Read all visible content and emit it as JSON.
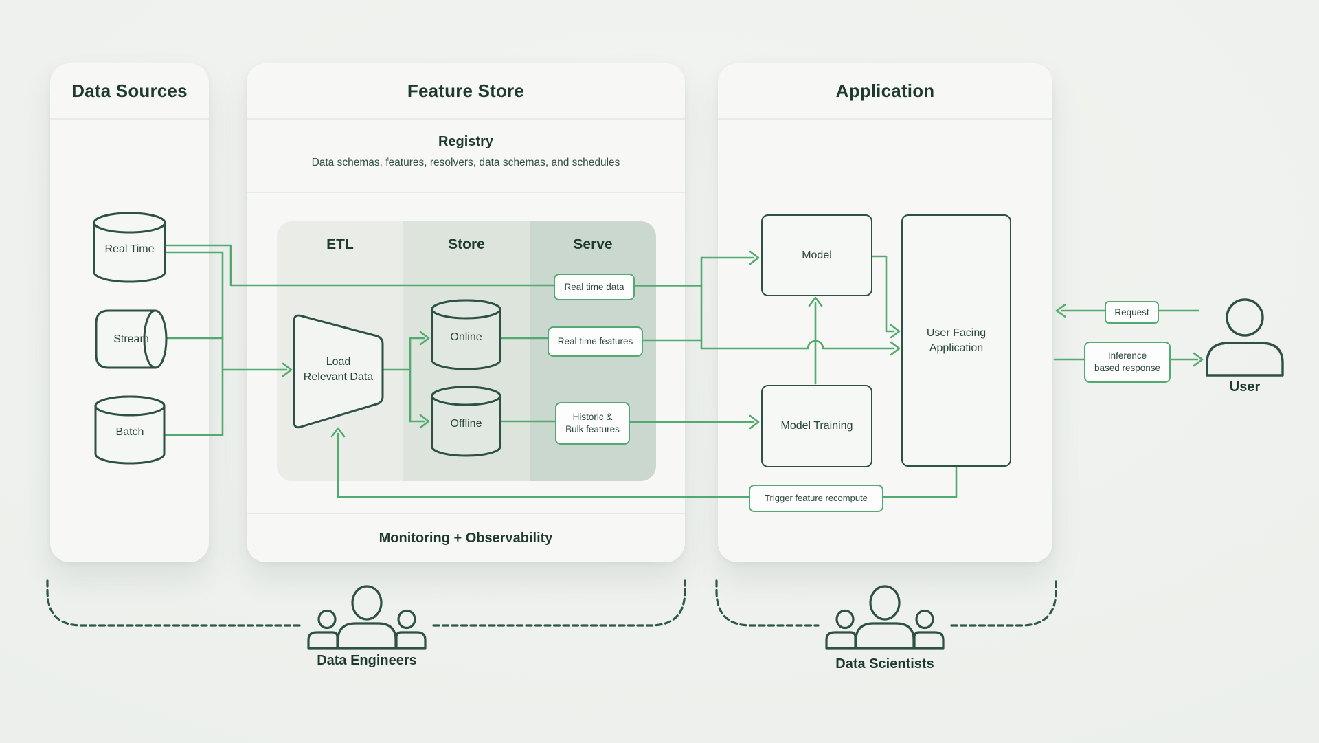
{
  "colors": {
    "page_bg": "#eff1ee",
    "panel_bg": "#f7f8f5",
    "accent_green": "#52aa70",
    "dark_stroke": "#2d5144",
    "etl_column_bg": "#e9ece7",
    "store_column_bg": "#dce4dc",
    "serve_column_bg": "#cbd8cf"
  },
  "data_sources": {
    "title": "Data Sources",
    "sources": [
      {
        "label": "Real Time"
      },
      {
        "label": "Stream"
      },
      {
        "label": "Batch"
      }
    ]
  },
  "feature_store": {
    "title": "Feature Store",
    "registry_title": "Registry",
    "registry_subtitle": "Data schemas, features, resolvers, data schemas, and schedules",
    "columns": [
      {
        "label": "ETL"
      },
      {
        "label": "Store"
      },
      {
        "label": "Serve"
      }
    ],
    "funnel_line1": "Load",
    "funnel_line2": "Relevant Data",
    "online": "Online",
    "offline": "Offline",
    "footer": "Monitoring + Observability"
  },
  "application": {
    "title": "Application",
    "model": "Model",
    "model_training": "Model Training",
    "ufa_line1": "User Facing",
    "ufa_line2": "Application"
  },
  "flow_labels": {
    "real_time_data": "Real time data",
    "real_time_features": "Real time features",
    "historic_line1": "Historic &",
    "historic_line2": "Bulk features",
    "trigger": "Trigger feature recompute",
    "request": "Request",
    "inference_line1": "Inference",
    "inference_line2": "based response"
  },
  "actors": {
    "user": "User",
    "data_engineers": "Data Engineers",
    "data_scientists": "Data Scientists"
  }
}
